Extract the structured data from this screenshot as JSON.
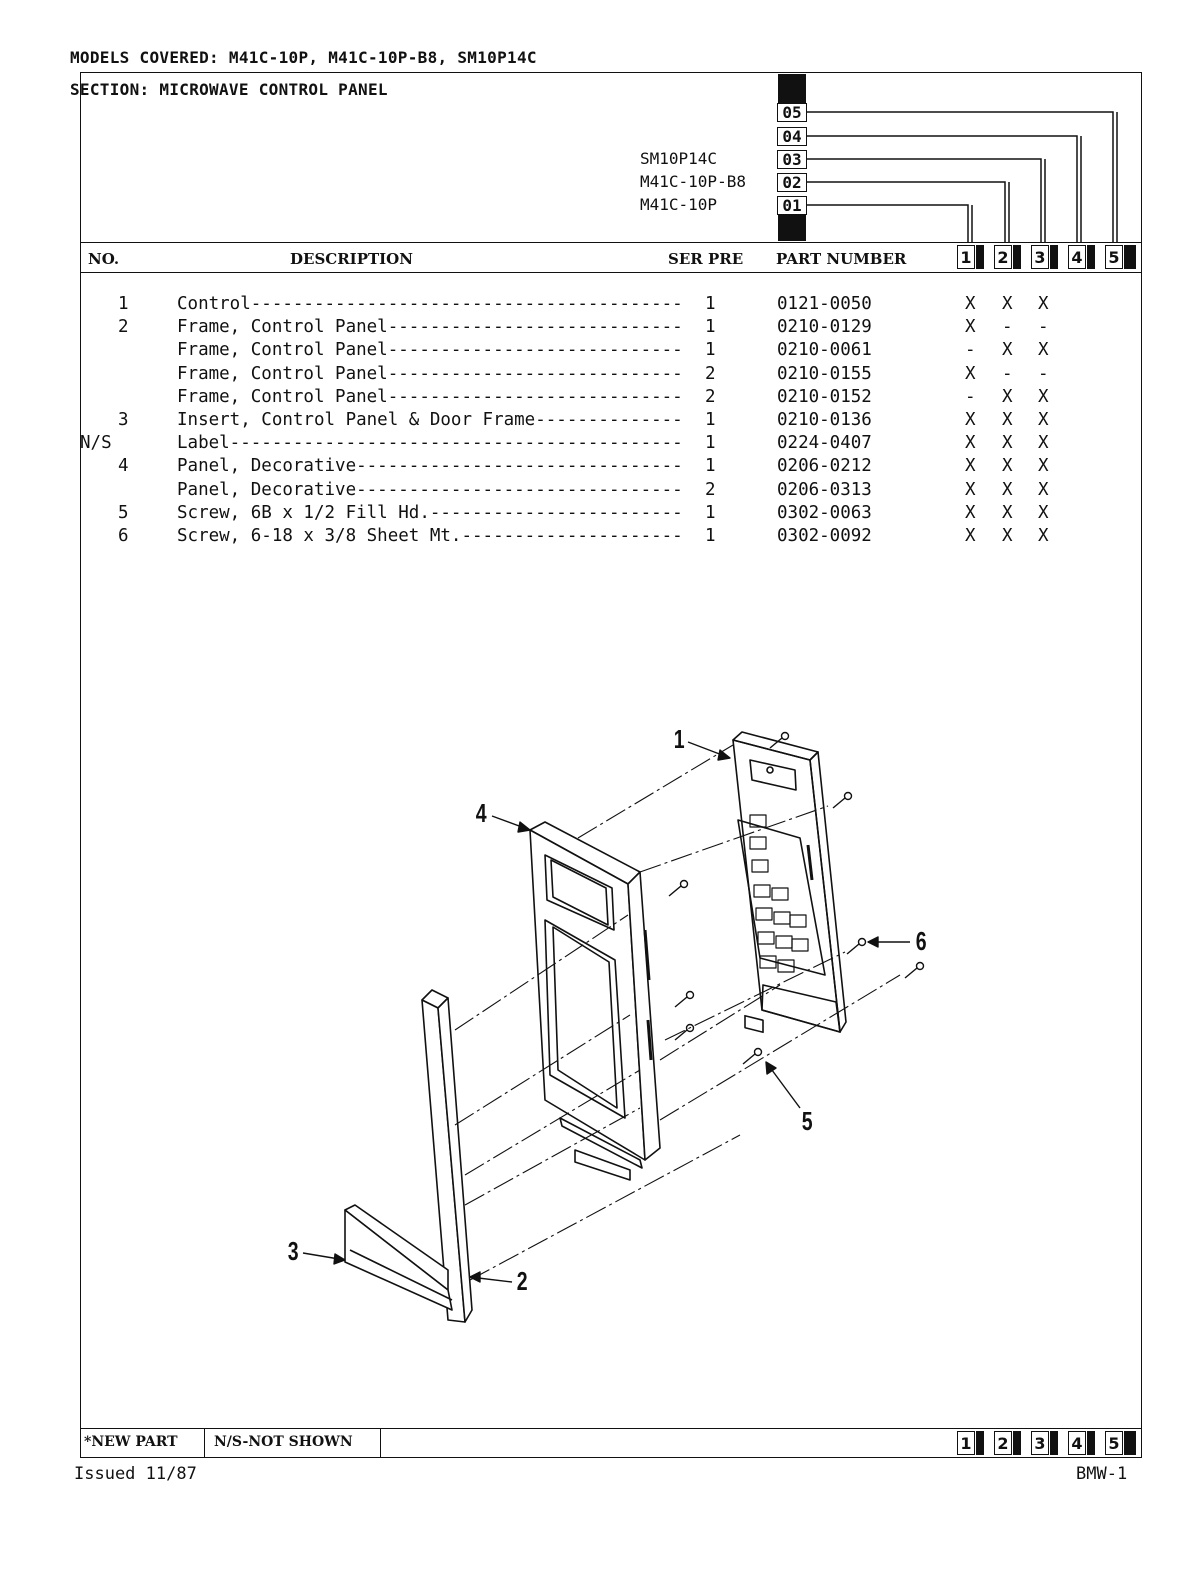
{
  "header": {
    "models_covered": "MODELS COVERED:  M41C-10P, M41C-10P-B8, SM10P14C",
    "section": "SECTION:  MICROWAVE CONTROL PANEL",
    "model_map": [
      {
        "model": "",
        "code": "05"
      },
      {
        "model": "",
        "code": "04"
      },
      {
        "model": "SM10P14C",
        "code": "03"
      },
      {
        "model": "M41C-10P-B8",
        "code": "02"
      },
      {
        "model": "M41C-10P",
        "code": "01"
      }
    ]
  },
  "columns": {
    "no": "NO.",
    "description": "DESCRIPTION",
    "ser_pre": "SER PRE",
    "part_number": "PART NUMBER",
    "model_cols": [
      "1",
      "2",
      "3",
      "4",
      "5"
    ]
  },
  "parts": [
    {
      "no": "1",
      "description": "Control-----------------------------------------",
      "ser": "1",
      "part": "0121-0050",
      "c1": "X",
      "c2": "X",
      "c3": "X"
    },
    {
      "no": "2",
      "description": "Frame, Control Panel----------------------------",
      "ser": "1",
      "part": "0210-0129",
      "c1": "X",
      "c2": "-",
      "c3": "-"
    },
    {
      "no": "",
      "description": "Frame, Control Panel----------------------------",
      "ser": "1",
      "part": "0210-0061",
      "c1": "-",
      "c2": "X",
      "c3": "X"
    },
    {
      "no": "",
      "description": "Frame, Control Panel----------------------------",
      "ser": "2",
      "part": "0210-0155",
      "c1": "X",
      "c2": "-",
      "c3": "-"
    },
    {
      "no": "",
      "description": "Frame, Control Panel----------------------------",
      "ser": "2",
      "part": "0210-0152",
      "c1": "-",
      "c2": "X",
      "c3": "X"
    },
    {
      "no": "3",
      "description": "Insert, Control Panel & Door Frame--------------",
      "ser": "1",
      "part": "0210-0136",
      "c1": "X",
      "c2": "X",
      "c3": "X"
    },
    {
      "no": "N/S",
      "description": "Label-------------------------------------------",
      "ser": "1",
      "part": "0224-0407",
      "c1": "X",
      "c2": "X",
      "c3": "X"
    },
    {
      "no": "4",
      "description": "Panel, Decorative-------------------------------",
      "ser": "1",
      "part": "0206-0212",
      "c1": "X",
      "c2": "X",
      "c3": "X"
    },
    {
      "no": "",
      "description": "Panel, Decorative-------------------------------",
      "ser": "2",
      "part": "0206-0313",
      "c1": "X",
      "c2": "X",
      "c3": "X"
    },
    {
      "no": "5",
      "description": "Screw, 6B x 1/2 Fill Hd.------------------------",
      "ser": "1",
      "part": "0302-0063",
      "c1": "X",
      "c2": "X",
      "c3": "X"
    },
    {
      "no": "6",
      "description": "Screw, 6-18 x 3/8 Sheet Mt.---------------------",
      "ser": "1",
      "part": "0302-0092",
      "c1": "X",
      "c2": "X",
      "c3": "X"
    }
  ],
  "diagram": {
    "callouts": [
      "1",
      "2",
      "3",
      "4",
      "5",
      "6"
    ]
  },
  "footer": {
    "new_part": "*NEW PART",
    "not_shown": "N/S-NOT SHOWN",
    "issued": "Issued 11/87",
    "page_code": "BMW-1"
  }
}
